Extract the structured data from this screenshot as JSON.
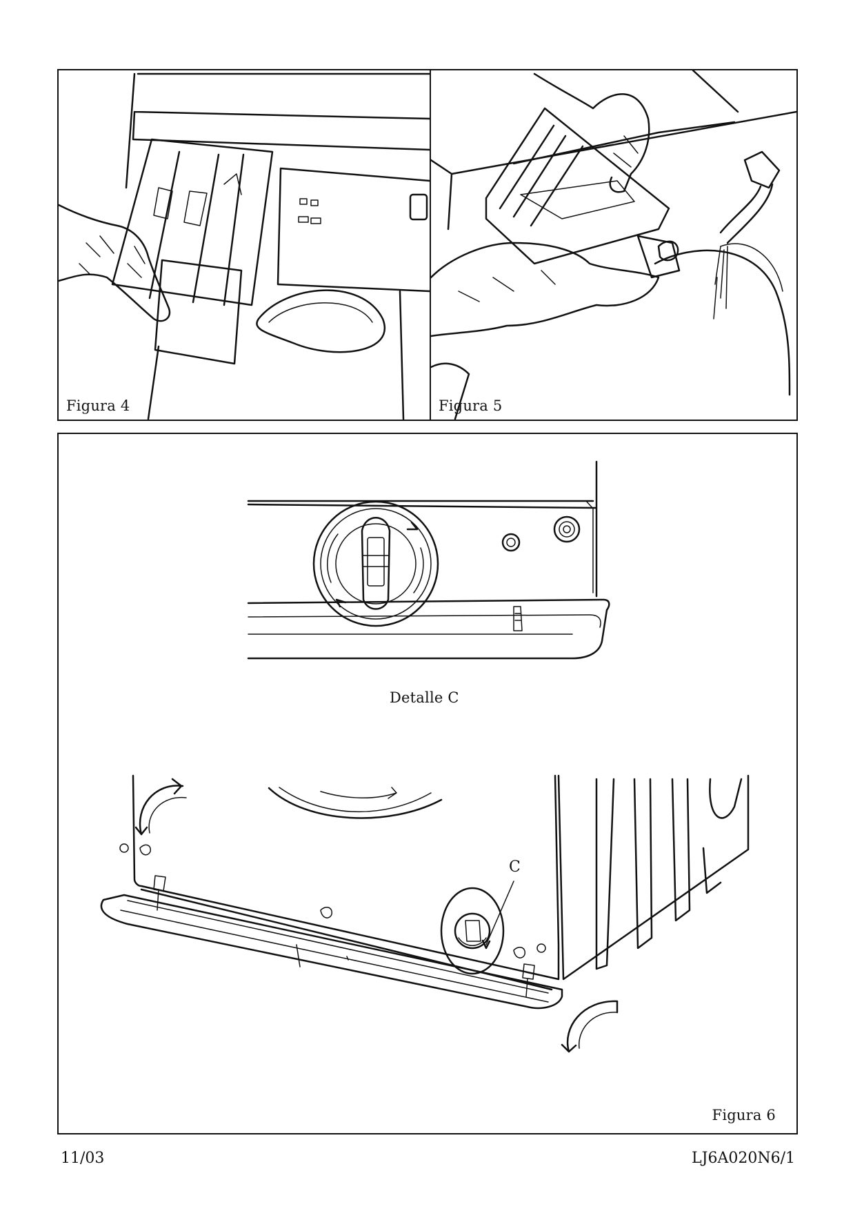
{
  "figures": {
    "fig4": {
      "caption": "Figura 4"
    },
    "fig5": {
      "caption": "Figura 5"
    },
    "fig6": {
      "caption": "Figura 6",
      "detail_caption": "Detalle C",
      "callout_letter": "C"
    }
  },
  "footer": {
    "date": "11/03",
    "code": "LJ6A020N6/1"
  }
}
